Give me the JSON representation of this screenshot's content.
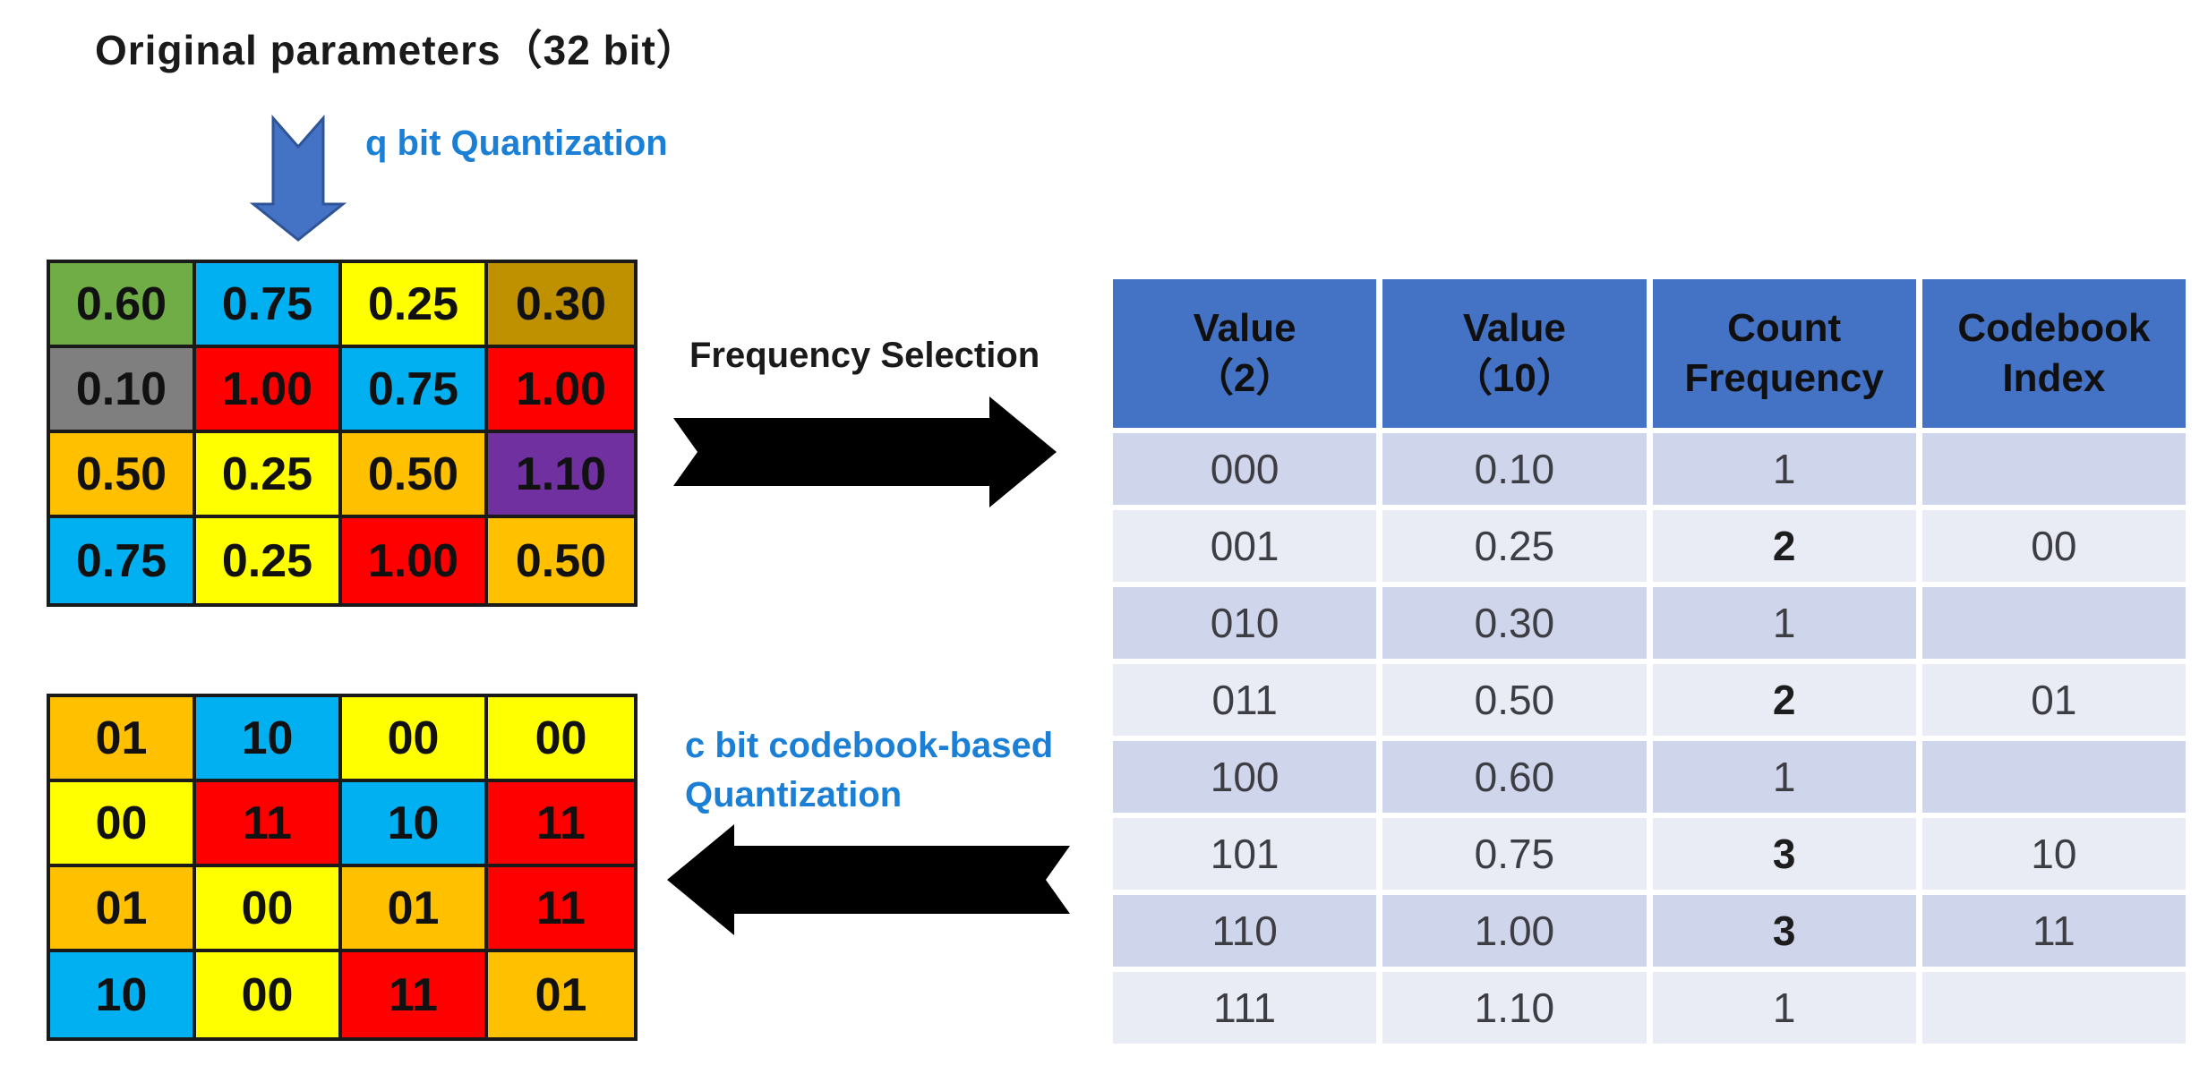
{
  "title": "Original parameters（32 bit）",
  "annotations": {
    "q_bit_label": "q bit Quantization",
    "frequency_selection_label": "Frequency Selection",
    "c_bit_label_line1": "c bit codebook-based",
    "c_bit_label_line2": "Quantization"
  },
  "colors": {
    "header_blue": "#4472C4",
    "band_dark": "#CFD5EA",
    "band_light": "#E9EBF5",
    "label_blue": "#1B7FD5",
    "arrow_blue_fill": "#4472C4",
    "arrow_blue_stroke": "#2F5597",
    "arrow_black": "#000000",
    "cell_palette": {
      "green": "#70AD47",
      "cyan": "#00B0F0",
      "yellow": "#FFFF00",
      "gold": "#BF9000",
      "gray": "#7F7F7F",
      "red": "#FF0000",
      "orange": "#FFC000",
      "purple": "#7030A0"
    }
  },
  "original_grid": {
    "cells": [
      [
        {
          "text": "0.60",
          "color": "green"
        },
        {
          "text": "0.75",
          "color": "cyan"
        },
        {
          "text": "0.25",
          "color": "yellow"
        },
        {
          "text": "0.30",
          "color": "gold"
        }
      ],
      [
        {
          "text": "0.10",
          "color": "gray"
        },
        {
          "text": "1.00",
          "color": "red"
        },
        {
          "text": "0.75",
          "color": "cyan"
        },
        {
          "text": "1.00",
          "color": "red"
        }
      ],
      [
        {
          "text": "0.50",
          "color": "orange"
        },
        {
          "text": "0.25",
          "color": "yellow"
        },
        {
          "text": "0.50",
          "color": "orange"
        },
        {
          "text": "1.10",
          "color": "purple"
        }
      ],
      [
        {
          "text": "0.75",
          "color": "cyan"
        },
        {
          "text": "0.25",
          "color": "yellow"
        },
        {
          "text": "1.00",
          "color": "red"
        },
        {
          "text": "0.50",
          "color": "orange"
        }
      ]
    ]
  },
  "codebook_grid": {
    "cells": [
      [
        {
          "text": "01",
          "color": "orange"
        },
        {
          "text": "10",
          "color": "cyan"
        },
        {
          "text": "00",
          "color": "yellow"
        },
        {
          "text": "00",
          "color": "yellow"
        }
      ],
      [
        {
          "text": "00",
          "color": "yellow"
        },
        {
          "text": "11",
          "color": "red"
        },
        {
          "text": "10",
          "color": "cyan"
        },
        {
          "text": "11",
          "color": "red"
        }
      ],
      [
        {
          "text": "01",
          "color": "orange"
        },
        {
          "text": "00",
          "color": "yellow"
        },
        {
          "text": "01",
          "color": "orange"
        },
        {
          "text": "11",
          "color": "red"
        }
      ],
      [
        {
          "text": "10",
          "color": "cyan"
        },
        {
          "text": "00",
          "color": "yellow"
        },
        {
          "text": "11",
          "color": "red"
        },
        {
          "text": "01",
          "color": "orange"
        }
      ]
    ]
  },
  "frequency_table": {
    "headers": [
      {
        "line1": "Value",
        "line2": "（2）"
      },
      {
        "line1": "Value",
        "line2": "（10）"
      },
      {
        "line1": "Count",
        "line2": "Frequency"
      },
      {
        "line1": "Codebook",
        "line2": "Index"
      }
    ],
    "rows": [
      {
        "value_2": "000",
        "value_10": "0.10",
        "count": "1",
        "count_bold": false,
        "codebook_index": ""
      },
      {
        "value_2": "001",
        "value_10": "0.25",
        "count": "2",
        "count_bold": true,
        "codebook_index": "00"
      },
      {
        "value_2": "010",
        "value_10": "0.30",
        "count": "1",
        "count_bold": false,
        "codebook_index": ""
      },
      {
        "value_2": "011",
        "value_10": "0.50",
        "count": "2",
        "count_bold": true,
        "codebook_index": "01"
      },
      {
        "value_2": "100",
        "value_10": "0.60",
        "count": "1",
        "count_bold": false,
        "codebook_index": ""
      },
      {
        "value_2": "101",
        "value_10": "0.75",
        "count": "3",
        "count_bold": true,
        "codebook_index": "10"
      },
      {
        "value_2": "110",
        "value_10": "1.00",
        "count": "3",
        "count_bold": true,
        "codebook_index": "11"
      },
      {
        "value_2": "111",
        "value_10": "1.10",
        "count": "1",
        "count_bold": false,
        "codebook_index": ""
      }
    ]
  }
}
